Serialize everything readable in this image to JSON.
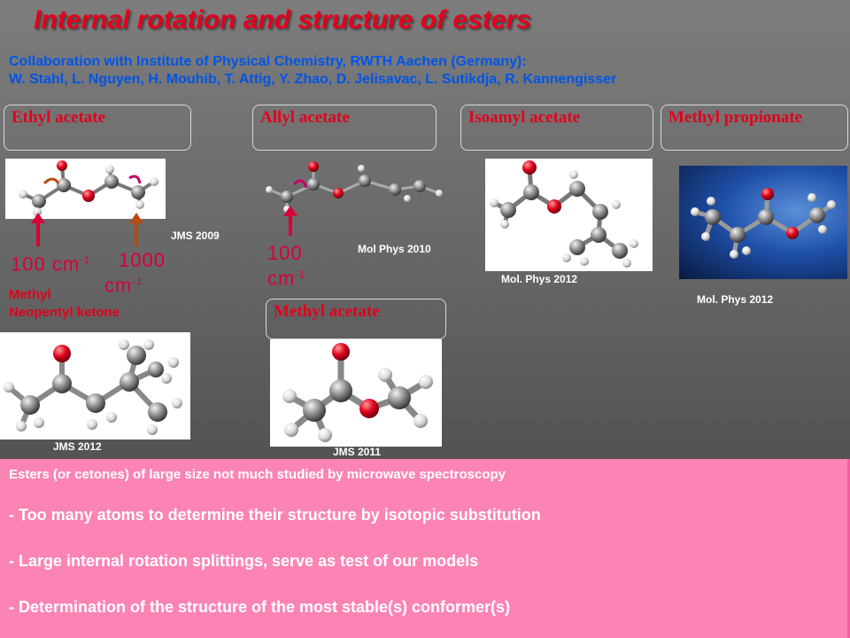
{
  "title": "Internal rotation and structure of esters",
  "collaboration": {
    "line1": "Collaboration with Institute of Physical Chemistry, RWTH Aachen (Germany):",
    "line2": "W. Stahl, L. Nguyen, H. Mouhib, T. Attig, Y. Zhao, D. Jelisavac, L. Sutikdja, R. Kannengisser"
  },
  "molecules": {
    "ethyl_acetate": {
      "name": "Ethyl acetate",
      "ref": "JMS 2009"
    },
    "allyl_acetate": {
      "name": "Allyl acetate",
      "ref": "Mol Phys 2010"
    },
    "isoamyl_acetate": {
      "name": "Isoamyl acetate",
      "ref": "Mol. Phys 2012"
    },
    "methyl_propionate": {
      "name": "Methyl propionate",
      "ref": "Mol. Phys 2012"
    },
    "methyl_neopentyl_ketone": {
      "name": "Methyl Neopentyl ketone",
      "name_line1": "Methyl",
      "name_line2": "Neopentyl ketone",
      "ref": "JMS 2012"
    },
    "methyl_acetate": {
      "name": "Methyl acetate",
      "ref": "JMS 2011"
    }
  },
  "barriers": {
    "ethyl_methyl1": {
      "value": "100 cm",
      "sup": "-1"
    },
    "ethyl_methyl2": {
      "line1": "1000",
      "line2": "cm",
      "sup": "-1"
    },
    "allyl_methyl": {
      "line1": "100",
      "line2": "cm",
      "sup": "-1"
    }
  },
  "summary": {
    "intro": "Esters (or cetones)  of large size not much studied by microwave spectroscopy",
    "bullets": [
      "- Too many atoms to determine their structure by isotopic substitution",
      "- Large internal rotation splittings, serve as test of our models",
      "- Determination of the structure of the most stable(s) conformer(s)"
    ]
  },
  "colors": {
    "title": "#e4001b",
    "collaboration": "#0055e8",
    "molecule_name": "#e4001b",
    "barrier_label": "#d80038",
    "arrow_pink": "#d80038",
    "arrow_brown": "#b84a10",
    "panel_bg": "#fb84b4",
    "carbon": "#8c8c8c",
    "oxygen": "#e0001a",
    "hydrogen": "#e8e8e8"
  },
  "icons": {
    "molecule_images": "ball-and-stick-molecule-icon",
    "rotation": "rotation-arrow-icon",
    "pointer": "up-arrow-icon"
  }
}
